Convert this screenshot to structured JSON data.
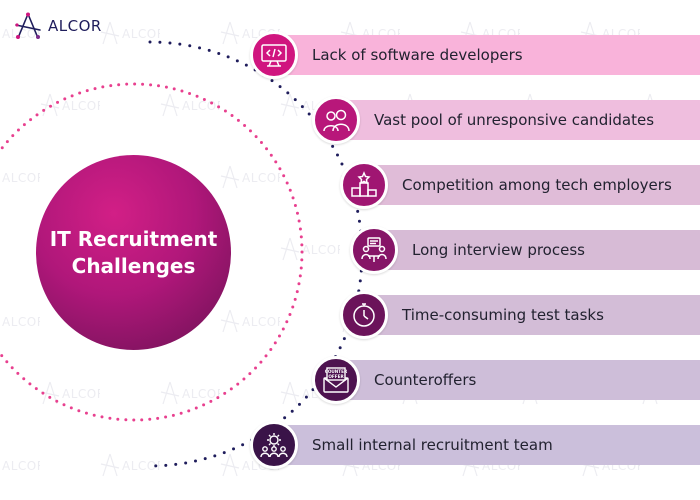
{
  "brand": {
    "name": "ALCOR"
  },
  "watermark": {
    "text": "ALCOR"
  },
  "hub": {
    "title": "IT Recruitment Challenges"
  },
  "challenges": [
    {
      "label": "Lack of software developers",
      "icon": "code-monitor-icon",
      "bar_color": "#f9b3da",
      "badge_color": "#d0157f"
    },
    {
      "label": "Vast pool of unresponsive candidates",
      "icon": "people-group-icon",
      "bar_color": "#efbede",
      "badge_color": "#b8177a"
    },
    {
      "label": "Competition among tech employers",
      "icon": "podium-icon",
      "bar_color": "#e0bcd8",
      "badge_color": "#a01672"
    },
    {
      "label": "Long interview process",
      "icon": "interview-icon",
      "bar_color": "#d7bbd6",
      "badge_color": "#861567"
    },
    {
      "label": "Time-consuming test tasks",
      "icon": "stopwatch-icon",
      "bar_color": "#d3bdd7",
      "badge_color": "#6b135a"
    },
    {
      "label": "Counteroffers",
      "icon": "counteroffer-envelope-icon",
      "icon_text": [
        "COUNTER",
        "OFFER"
      ],
      "bar_color": "#cebed9",
      "badge_color": "#4e1350"
    },
    {
      "label": "Small internal recruitment team",
      "icon": "team-gear-icon",
      "bar_color": "#cbbfdb",
      "badge_color": "#3a1348"
    }
  ],
  "colors": {
    "dotted_inner": "#e8408f",
    "dotted_outer": "#1f1d5c",
    "text": "#222230"
  }
}
